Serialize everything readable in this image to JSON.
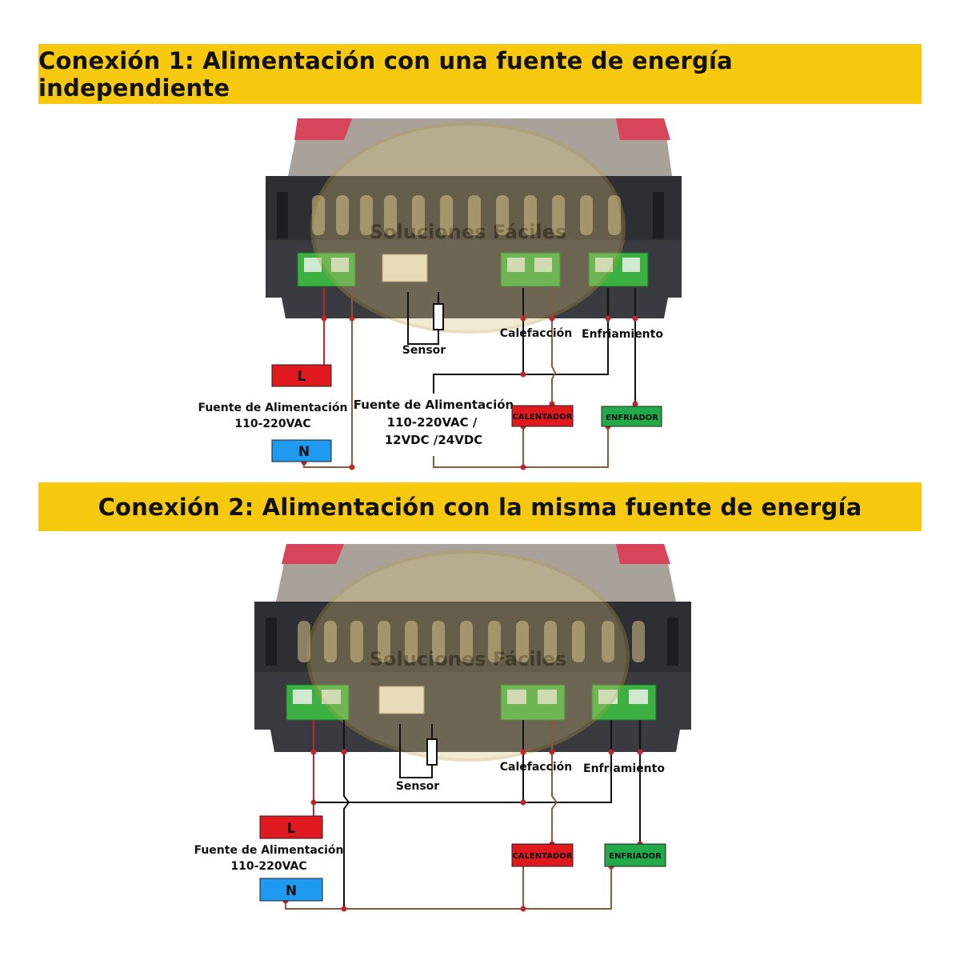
{
  "colors": {
    "banner": "#f6c90e",
    "device_body": "#2e2f33",
    "terminal_green": "#3cb043",
    "live_red": "#e0191f",
    "neutral_blue": "#1e9bf0",
    "heater_red": "#e0191f",
    "cooler_green": "#22a94a",
    "wire_live": "#c0262b",
    "wire_neutral": "#8b5a3c",
    "wire_black": "#111111"
  },
  "watermark": "Soluciones Fáciles",
  "connection1": {
    "title": "Conexión 1: Alimentación con una fuente de energía independiente",
    "label_calefaccion": "Calefacción",
    "label_enfriamiento": "Enfriamiento",
    "label_sensor": "Sensor",
    "terminal_l": "L",
    "terminal_n": "N",
    "power_left_line1": "Fuente de Alimentación",
    "power_left_line2": "110-220VAC",
    "power_right_line1": "Fuente de Alimentación",
    "power_right_line2": "110-220VAC /",
    "power_right_line3": "12VDC /24VDC",
    "heater": "CALENTADOR",
    "cooler": "ENFRIADOR"
  },
  "connection2": {
    "title": "Conexión 2: Alimentación con la misma fuente de energía",
    "label_calefaccion": "Calefacción",
    "label_enfriamiento": "Enfriamiento",
    "label_sensor": "Sensor",
    "terminal_l": "L",
    "terminal_n": "N",
    "power_line1": "Fuente de Alimentación",
    "power_line2": "110-220VAC",
    "heater": "CALENTADOR",
    "cooler": "ENFRIADOR"
  }
}
